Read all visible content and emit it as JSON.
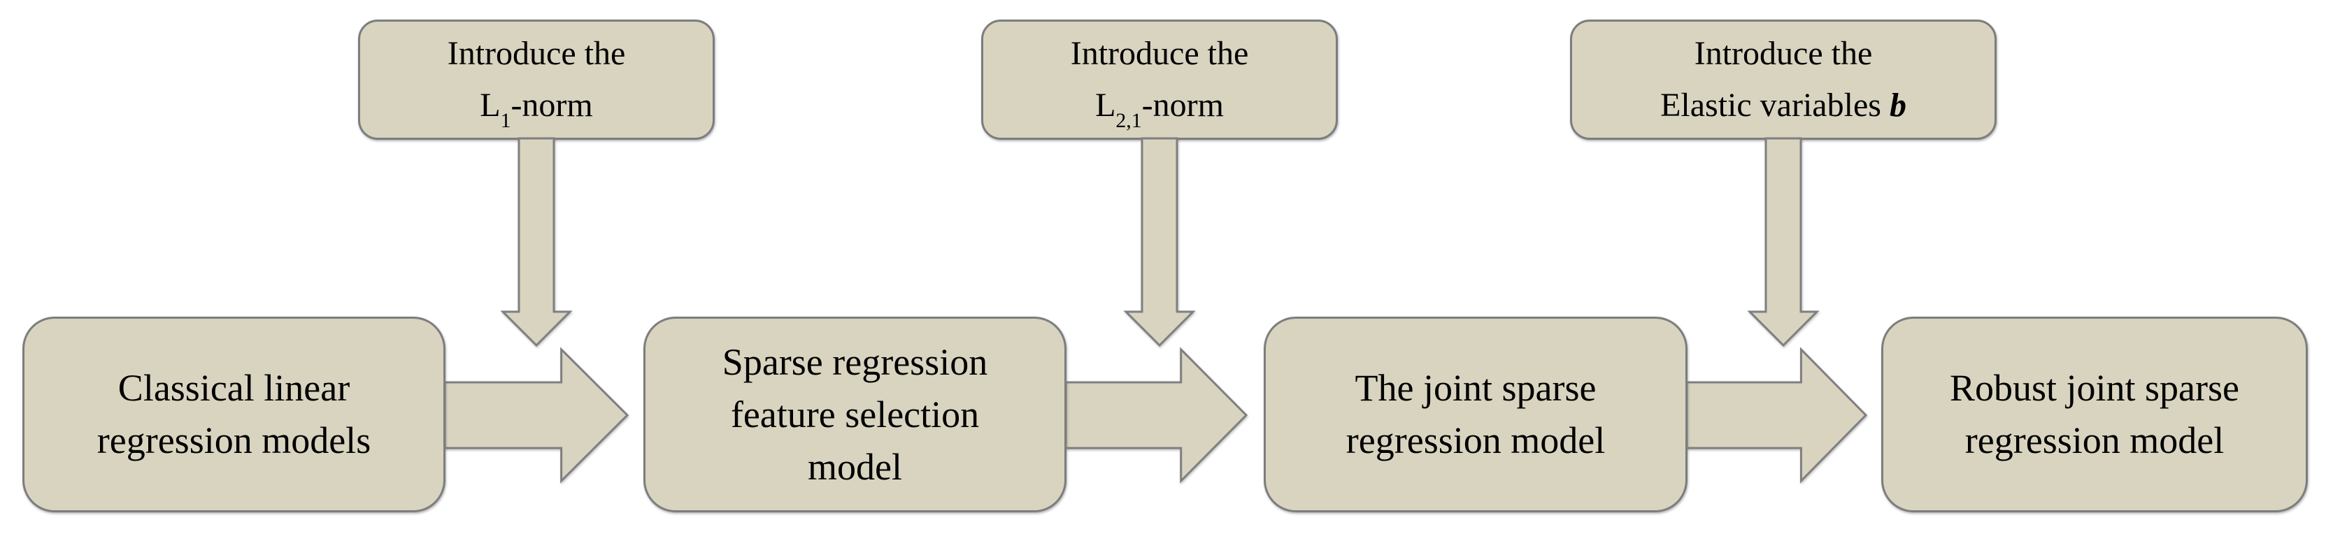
{
  "colors": {
    "background": "#ffffff",
    "box_fill": "#d8d4c0",
    "box_border": "#7d7d7d",
    "arrow_fill": "#d8d4c0",
    "arrow_border": "#7f7f7f",
    "text": "#000000"
  },
  "top_boxes": [
    {
      "name": "introduce-l1-norm",
      "line1": "Introduce the",
      "formula": {
        "base": "L",
        "sub": "1",
        "suffix": "-norm"
      },
      "label": "Introduce the L1-norm"
    },
    {
      "name": "introduce-l21-norm",
      "line1": "Introduce the",
      "formula": {
        "base": "L",
        "sub": "2,1",
        "suffix": "-norm"
      },
      "label": "Introduce the L2,1-norm"
    },
    {
      "name": "introduce-elastic-variables",
      "line1": "Introduce the",
      "line2": "Elastic variables ",
      "emphasis": "b",
      "label": "Introduce the Elastic variables b"
    }
  ],
  "main_boxes": [
    {
      "name": "classical-linear-regression-models",
      "label": "Classical linear regression models",
      "lines": [
        "Classical linear",
        "regression models"
      ]
    },
    {
      "name": "sparse-regression-feature-selection-model",
      "label": "Sparse regression feature selection model",
      "lines": [
        "Sparse regression",
        "feature selection",
        "model"
      ]
    },
    {
      "name": "joint-sparse-regression-model",
      "label": "The joint sparse regression model",
      "lines": [
        "The joint sparse",
        "regression model"
      ]
    },
    {
      "name": "robust-joint-sparse-regression-model",
      "label": "Robust joint sparse regression model",
      "lines": [
        "Robust joint sparse",
        "regression model"
      ]
    }
  ],
  "arrows": {
    "horizontal": [
      {
        "name": "arrow-classical-to-sparse",
        "direction": "right"
      },
      {
        "name": "arrow-sparse-to-joint",
        "direction": "right"
      },
      {
        "name": "arrow-joint-to-robust",
        "direction": "right"
      }
    ],
    "vertical": [
      {
        "name": "arrow-l1-norm-down",
        "direction": "down"
      },
      {
        "name": "arrow-l21-norm-down",
        "direction": "down"
      },
      {
        "name": "arrow-elastic-variables-down",
        "direction": "down"
      }
    ]
  }
}
